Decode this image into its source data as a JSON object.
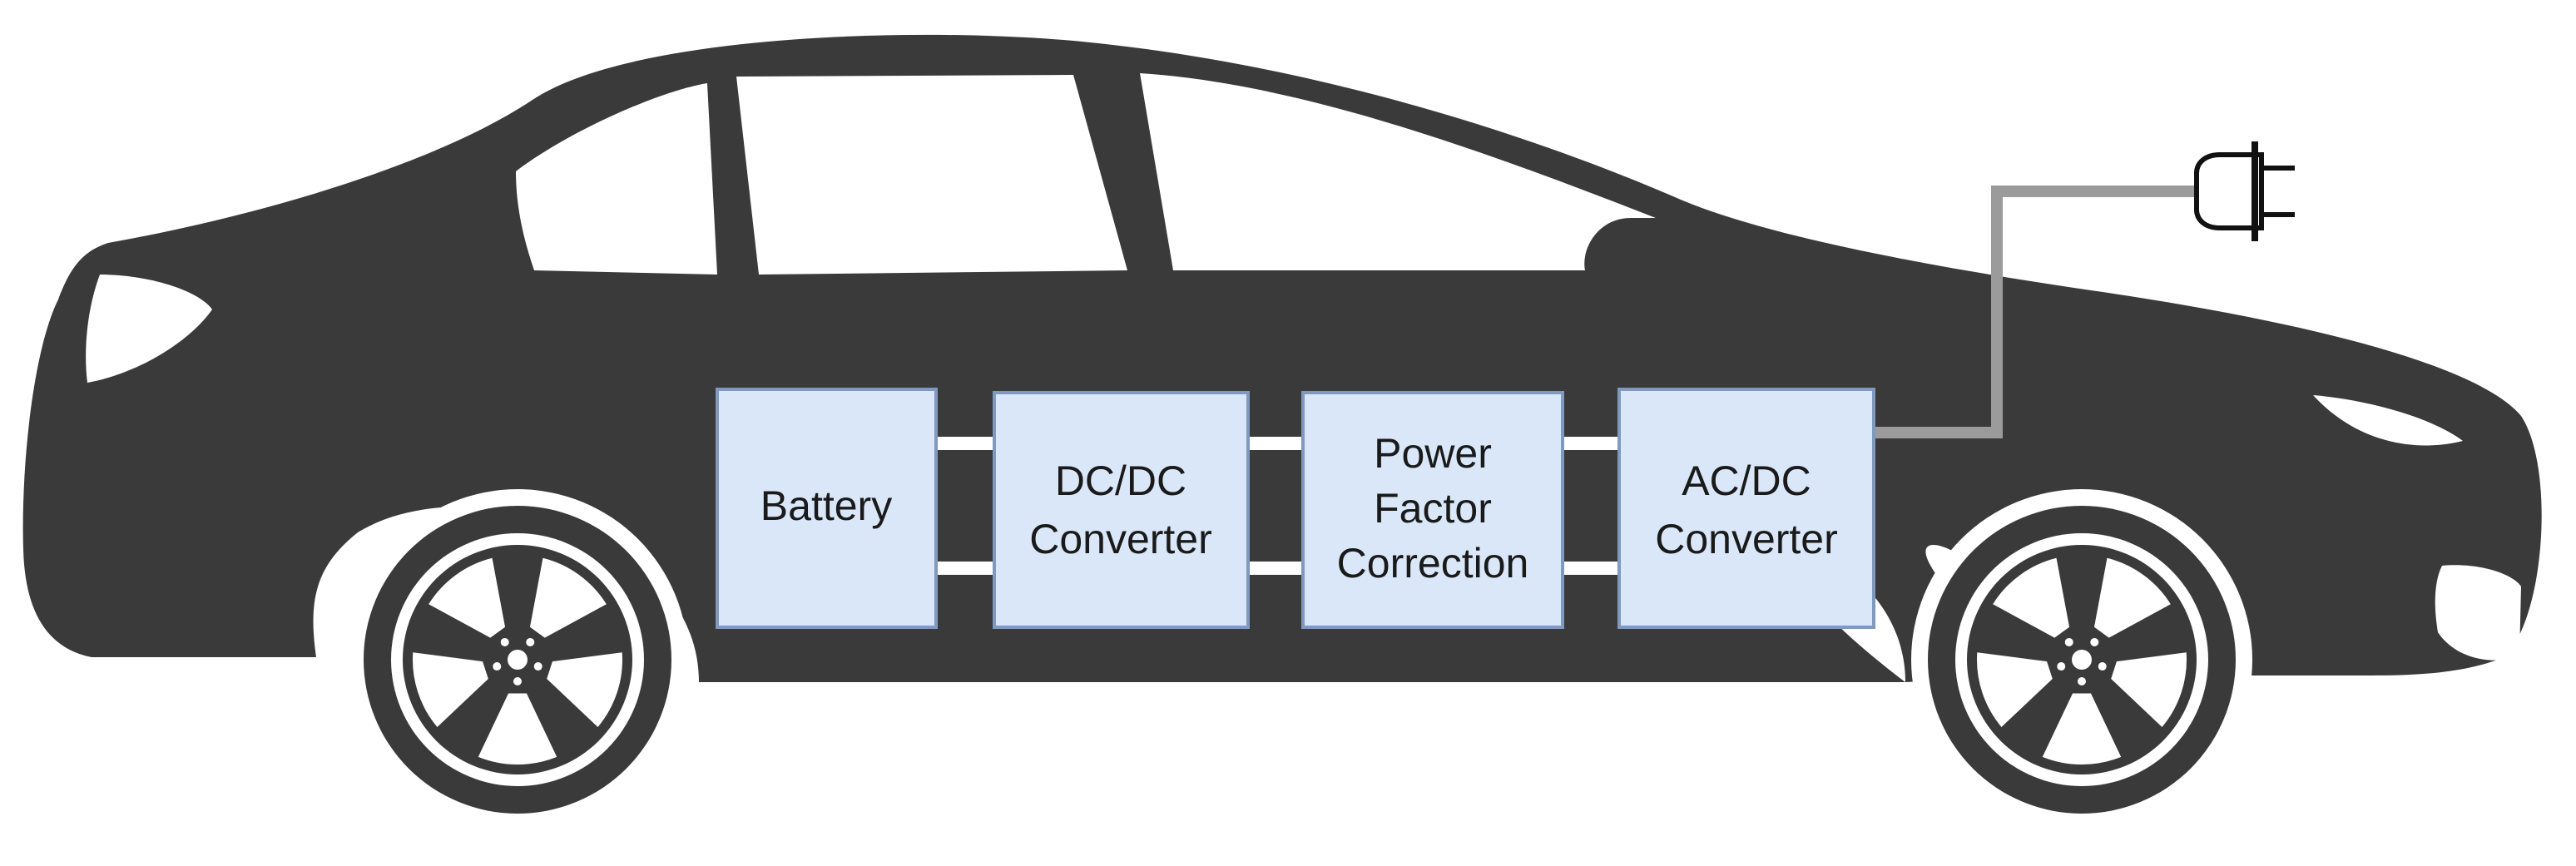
{
  "diagram": {
    "colors": {
      "car_body": "#3a3a3a",
      "car_highlight": "#ffffff",
      "block_fill": "#d9e7f8",
      "block_border": "#7f99bf",
      "connector": "#ffffff",
      "cable": "#9b9b9b",
      "text": "#1a1a1a"
    },
    "blocks": [
      {
        "id": "battery",
        "lines": [
          "Battery"
        ]
      },
      {
        "id": "dcdc",
        "lines": [
          "DC/DC",
          "Converter"
        ]
      },
      {
        "id": "pfc",
        "lines": [
          "Power",
          "Factor",
          "Correction"
        ]
      },
      {
        "id": "acdc",
        "lines": [
          "AC/DC",
          "Converter"
        ]
      }
    ],
    "icons": {
      "vehicle": "car-silhouette-icon",
      "plug": "plug-icon"
    }
  }
}
